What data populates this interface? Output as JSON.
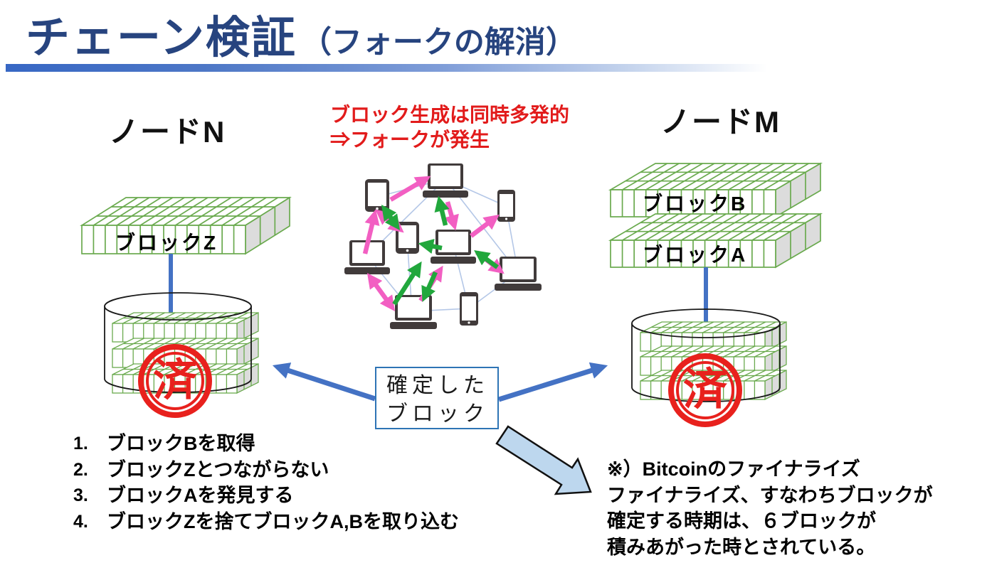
{
  "title": {
    "main": "チェーン検証",
    "sub": "（フォークの解消）"
  },
  "nodes": {
    "left_label": "ノードN",
    "right_label": "ノードM"
  },
  "blocks": {
    "left": "ブロックZ",
    "right_top": "ブロックB",
    "right_bottom": "ブロックA"
  },
  "fork_note": {
    "line1": "ブロック生成は同時多発的",
    "line2": "⇒フォークが発生"
  },
  "confirmed_box": {
    "line1": "確定した",
    "line2": "ブロック"
  },
  "stamp": {
    "label": "済"
  },
  "steps": {
    "items": [
      {
        "num": "1.",
        "text": "ブロックBを取得"
      },
      {
        "num": "2.",
        "text": "ブロックZとつながらない"
      },
      {
        "num": "3.",
        "text": "ブロックAを発見する"
      },
      {
        "num": "4.",
        "text": "ブロックZを捨てブロックA,Bを取り込む"
      }
    ]
  },
  "finalize_note": {
    "lines": [
      "※）Bitcoinのファイナライズ",
      "ファイナライズ、すなわちブロックが",
      "確定する時期は、６ブロックが",
      "積みあがった時とされている。"
    ]
  },
  "colors": {
    "title_blue": "#27447f",
    "accent_blue": "#4472c4",
    "bar_blue": "#3767c4",
    "note_red": "#e21b1b",
    "stamp_red": "#e8211d",
    "slab_green": "#6aaa4e",
    "slab_side_gray": "#dcdcdc",
    "pink_arrow": "#f25fc2",
    "green_arrow": "#21a73c",
    "network_line": "#b4c7e7",
    "device_dark": "#413b3b",
    "box_border": "#2e74b5",
    "big_arrow_fill": "#bdd7ee",
    "cylinder_outline": "#1a1a1a"
  }
}
